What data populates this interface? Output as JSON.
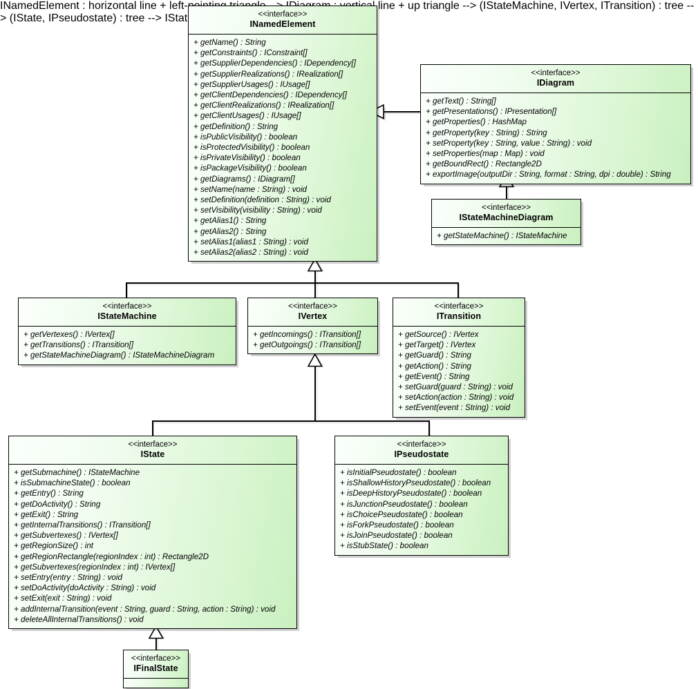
{
  "diagram": {
    "title": "UML Interface Class Diagram",
    "stereotype": "<<interface>>",
    "visibility_public": "+",
    "colors": {
      "box_fill_light": "#fbfffb",
      "box_fill_green": "#c9f0c0",
      "border": "#000000",
      "background": "#ffffff",
      "shadow": "rgba(0,0,0,0.18)"
    }
  },
  "classes": {
    "named_element": {
      "stereotype": "<<interface>>",
      "name": "INamedElement",
      "members": [
        "+ getName() : String",
        "+ getConstraints() : IConstraint[]",
        "+ getSupplierDependencies() : IDependency[]",
        "+ getSupplierRealizations() : IRealization[]",
        "+ getSupplierUsages() : IUsage[]",
        "+ getClientDependencies() : IDependency[]",
        "+ getClientRealizations() : IRealization[]",
        "+ getClientUsages() : IUsage[]",
        "+ getDefinition() : String",
        "+ isPublicVisibility() : boolean",
        "+ isProtectedVisibility() : boolean",
        "+ isPrivateVisibility() : boolean",
        "+ isPackageVisibility() : boolean",
        "+ getDiagrams() : IDiagram[]",
        "+ setName(name : String) : void",
        "+ setDefinition(definition : String) : void",
        "+ setVisibility(visibility : String) : void",
        "+ getAlias1() : String",
        "+ getAlias2() : String",
        "+ setAlias1(alias1 : String) : void",
        "+ setAlias2(alias2 : String) : void"
      ]
    },
    "diagram": {
      "stereotype": "<<interface>>",
      "name": "IDiagram",
      "members": [
        "+ getText() : String[]",
        "+ getPresentations() : IPresentation[]",
        "+ getProperties() : HashMap",
        "+ getProperty(key : String) : String",
        "+ setProperty(key : String, value : String) : void",
        "+ setProperties(map : Map) : void",
        "+ getBoundRect() : Rectangle2D",
        "+ exportImage(outputDir : String, format : String, dpi : double) : String"
      ]
    },
    "state_machine_diagram": {
      "stereotype": "<<interface>>",
      "name": "IStateMachineDiagram",
      "members": [
        "+ getStateMachine() : IStateMachine"
      ]
    },
    "state_machine": {
      "stereotype": "<<interface>>",
      "name": "IStateMachine",
      "members": [
        "+ getVertexes() : IVertex[]",
        "+ getTransitions() : ITransition[]",
        "+ getStateMachineDiagram() : IStateMachineDiagram"
      ]
    },
    "vertex": {
      "stereotype": "<<interface>>",
      "name": "IVertex",
      "members": [
        "+ getIncomings() : ITransition[]",
        "+ getOutgoings() : ITransition[]"
      ]
    },
    "transition": {
      "stereotype": "<<interface>>",
      "name": "ITransition",
      "members": [
        "+ getSource() : IVertex",
        "+ getTarget() : IVertex",
        "+ getGuard() : String",
        "+ getAction() : String",
        "+ getEvent() : String",
        "+ setGuard(guard : String) : void",
        "+ setAction(action : String) : void",
        "+ setEvent(event : String) : void"
      ]
    },
    "state": {
      "stereotype": "<<interface>>",
      "name": "IState",
      "members": [
        "+ getSubmachine() : IStateMachine",
        "+ isSubmachineState() : boolean",
        "+ getEntry() : String",
        "+ getDoActivity() : String",
        "+ getExit() : String",
        "+ getInternalTransitions() : ITransition[]",
        "+ getSubvertexes() : IVertex[]",
        "+ getRegionSize() : int",
        "+ getRegionRectangle(regionIndex : int) : Rectangle2D",
        "+ getSubvertexes(regionIndex : int) : IVertex[]",
        "+ setEntry(entry : String) : void",
        "+ setDoActivity(doActivity : String) : void",
        "+ setExit(exit : String) : void",
        "+ addInternalTransition(event : String, guard : String, action : String) : void",
        "+ deleteAllInternalTransitions() : void"
      ]
    },
    "pseudostate": {
      "stereotype": "<<interface>>",
      "name": "IPseudostate",
      "members": [
        "+ isInitialPseudostate() : boolean",
        "+ isShallowHistoryPseudostate() : boolean",
        "+ isDeepHistoryPseudostate() : boolean",
        "+ isJunctionPseudostate() : boolean",
        "+ isChoicePseudostate() : boolean",
        "+ isForkPseudostate() : boolean",
        "+ isJoinPseudostate() : boolean",
        "+ isStubState() : boolean"
      ]
    },
    "final_state": {
      "stereotype": "<<interface>>",
      "name": "IFinalState",
      "members": []
    }
  },
  "relationships": [
    {
      "type": "generalization",
      "from": "IDiagram",
      "to": "INamedElement"
    },
    {
      "type": "generalization",
      "from": "IStateMachineDiagram",
      "to": "IDiagram"
    },
    {
      "type": "generalization",
      "from": "IStateMachine",
      "to": "INamedElement"
    },
    {
      "type": "generalization",
      "from": "IVertex",
      "to": "INamedElement"
    },
    {
      "type": "generalization",
      "from": "ITransition",
      "to": "INamedElement"
    },
    {
      "type": "generalization",
      "from": "IState",
      "to": "IVertex"
    },
    {
      "type": "generalization",
      "from": "IPseudostate",
      "to": "IVertex"
    },
    {
      "type": "generalization",
      "from": "IFinalState",
      "to": "IState"
    }
  ]
}
